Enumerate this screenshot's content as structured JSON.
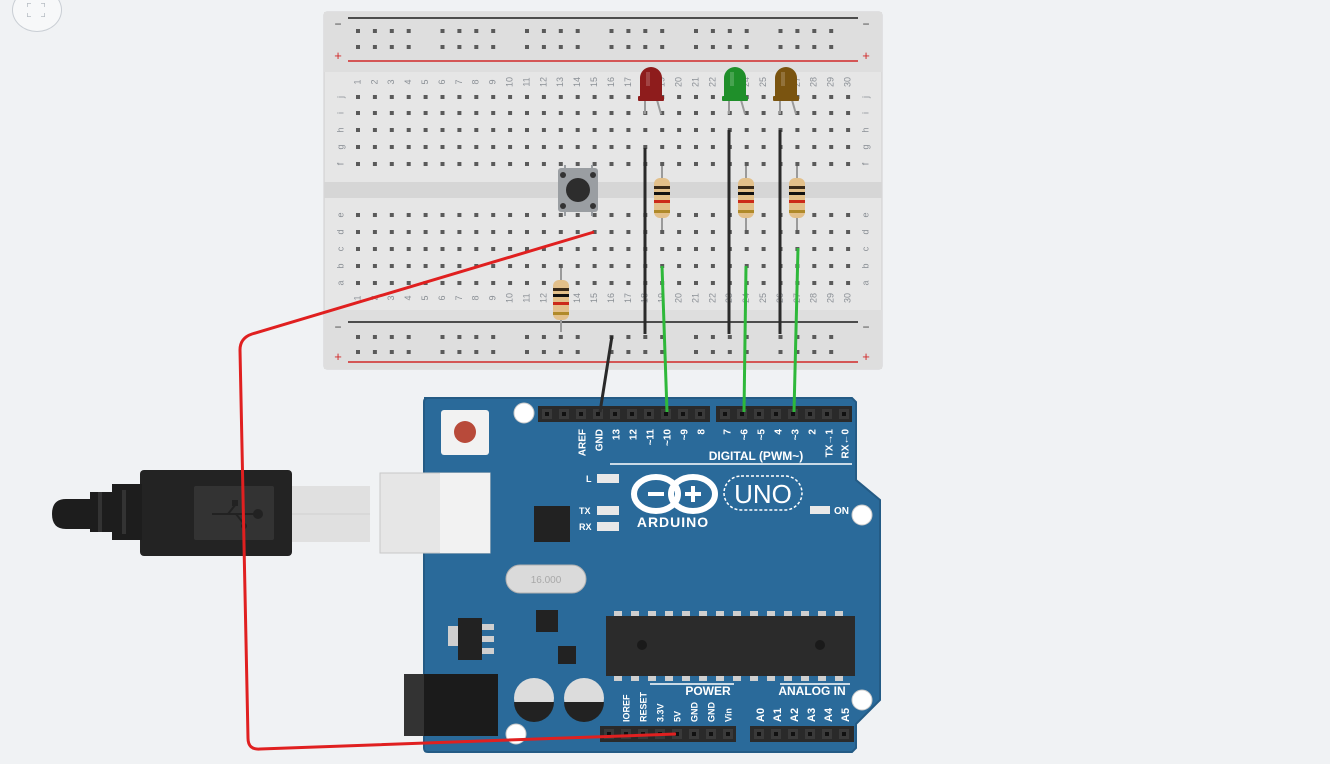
{
  "breadboard": {
    "columns": [
      "1",
      "2",
      "3",
      "4",
      "5",
      "6",
      "7",
      "8",
      "9",
      "10",
      "11",
      "12",
      "13",
      "14",
      "15",
      "16",
      "17",
      "18",
      "19",
      "20",
      "21",
      "22",
      "23",
      "24",
      "25",
      "26",
      "27",
      "28",
      "29",
      "30"
    ],
    "rows_top": [
      "j",
      "i",
      "h",
      "g",
      "f"
    ],
    "rows_bottom": [
      "e",
      "d",
      "c",
      "b",
      "a"
    ],
    "rail_plus": "+",
    "rail_minus": "−"
  },
  "arduino": {
    "brand": "ARDUINO",
    "model": "UNO",
    "digital_label": "DIGITAL (PWM~)",
    "power_label": "POWER",
    "analog_label": "ANALOG IN",
    "on_label": "ON",
    "l_label": "L",
    "tx_label": "TX",
    "rx_label": "RX",
    "crystal_label": "16.000",
    "digital_pins": [
      "AREF",
      "GND",
      "13",
      "12",
      "~11",
      "~10",
      "~9",
      "8",
      "7",
      "~6",
      "~5",
      "4",
      "~3",
      "2",
      "TX→1",
      "RX←0"
    ],
    "power_pins": [
      "IOREF",
      "RESET",
      "3.3V",
      "5V",
      "GND",
      "GND",
      "Vin"
    ],
    "analog_pins": [
      "A0",
      "A1",
      "A2",
      "A3",
      "A4",
      "A5"
    ]
  },
  "components": {
    "leds": [
      {
        "name": "led-red",
        "color": "#8e1c1c"
      },
      {
        "name": "led-green",
        "color": "#1f8f2a"
      },
      {
        "name": "led-amber",
        "color": "#7a5410"
      }
    ],
    "wire_colors": {
      "red": "#e02020",
      "green": "#2eb83a",
      "black": "#2a2a2a"
    }
  }
}
